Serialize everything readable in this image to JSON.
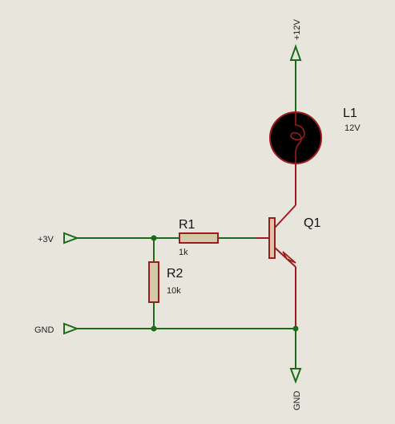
{
  "schematic": {
    "supply_top": "+12V",
    "input_port": "+3V",
    "gnd_left": "GND",
    "gnd_bottom": "GND",
    "lamp": {
      "name": "L1",
      "value": "12V"
    },
    "r1": {
      "name": "R1",
      "value": "1k"
    },
    "r2": {
      "name": "R2",
      "value": "10k"
    },
    "transistor": {
      "name": "Q1"
    }
  },
  "colors": {
    "wire": "#1a6b1a",
    "component": "#9b1c1c",
    "resistor_fill": "#d4c9a8",
    "background": "#e8e6dc",
    "lamp_fill": "#000000"
  }
}
